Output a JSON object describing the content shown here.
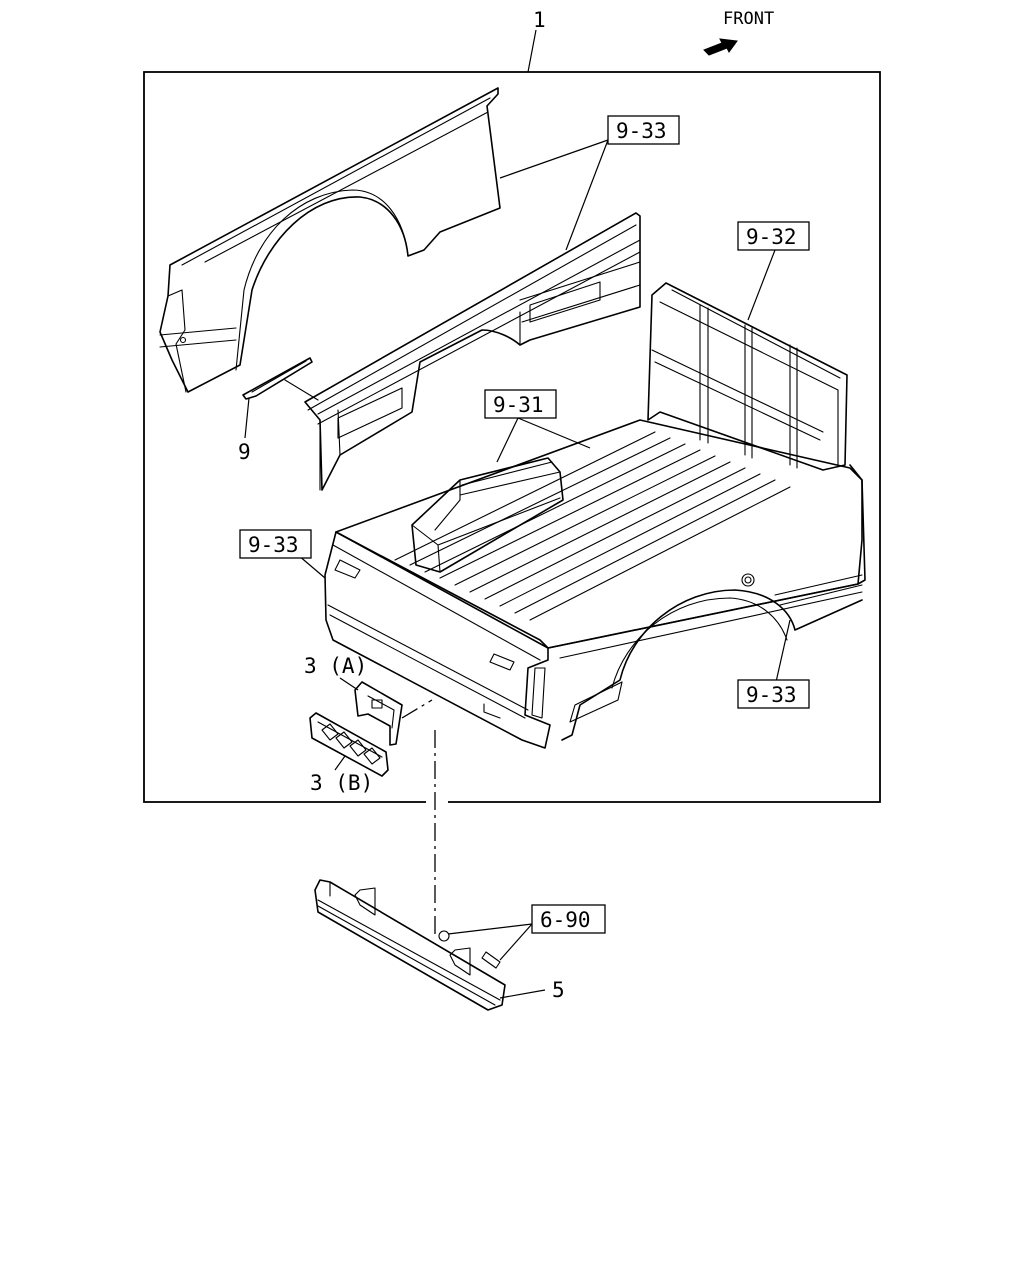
{
  "orientation": {
    "front_label": "FRONT",
    "icon": "front-arrow-icon"
  },
  "callouts": {
    "assembly": "1",
    "bed_side_upper": "9-33",
    "front_panel": "9-32",
    "wheel_housing": "9-31",
    "bed_side_left": "9-33",
    "fender_right": "9-33",
    "bracket": "9",
    "plate_a": "3 (A)",
    "plate_b": "3 (B)",
    "fasteners": "6-90",
    "bumper": "5"
  }
}
